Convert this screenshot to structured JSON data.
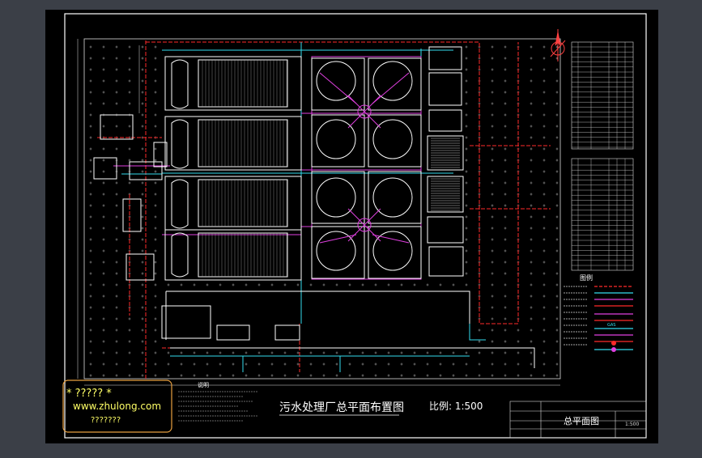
{
  "drawing": {
    "title": "污水处理厂总平面布置图",
    "scale_text": "比例: 1:500",
    "north_symbol": "north-arrow"
  },
  "watermark": {
    "line1": "* ????? *",
    "line2": "www.zhulong.com",
    "line3": "???????"
  },
  "notes": {
    "heading": "说明"
  },
  "legend": {
    "heading": "图例",
    "gas_label": "GAS"
  },
  "title_block": {
    "name": "总平面图",
    "scale": "1:500"
  },
  "colors": {
    "paper": "#000000",
    "frame": "#ffffff",
    "pipe_red": "#ff2020",
    "pipe_cyan": "#33ddee",
    "pipe_magenta": "#e040e0",
    "structure": "#ffffff",
    "watermark_text": "#ffff66",
    "watermark_border": "#e8a040"
  }
}
